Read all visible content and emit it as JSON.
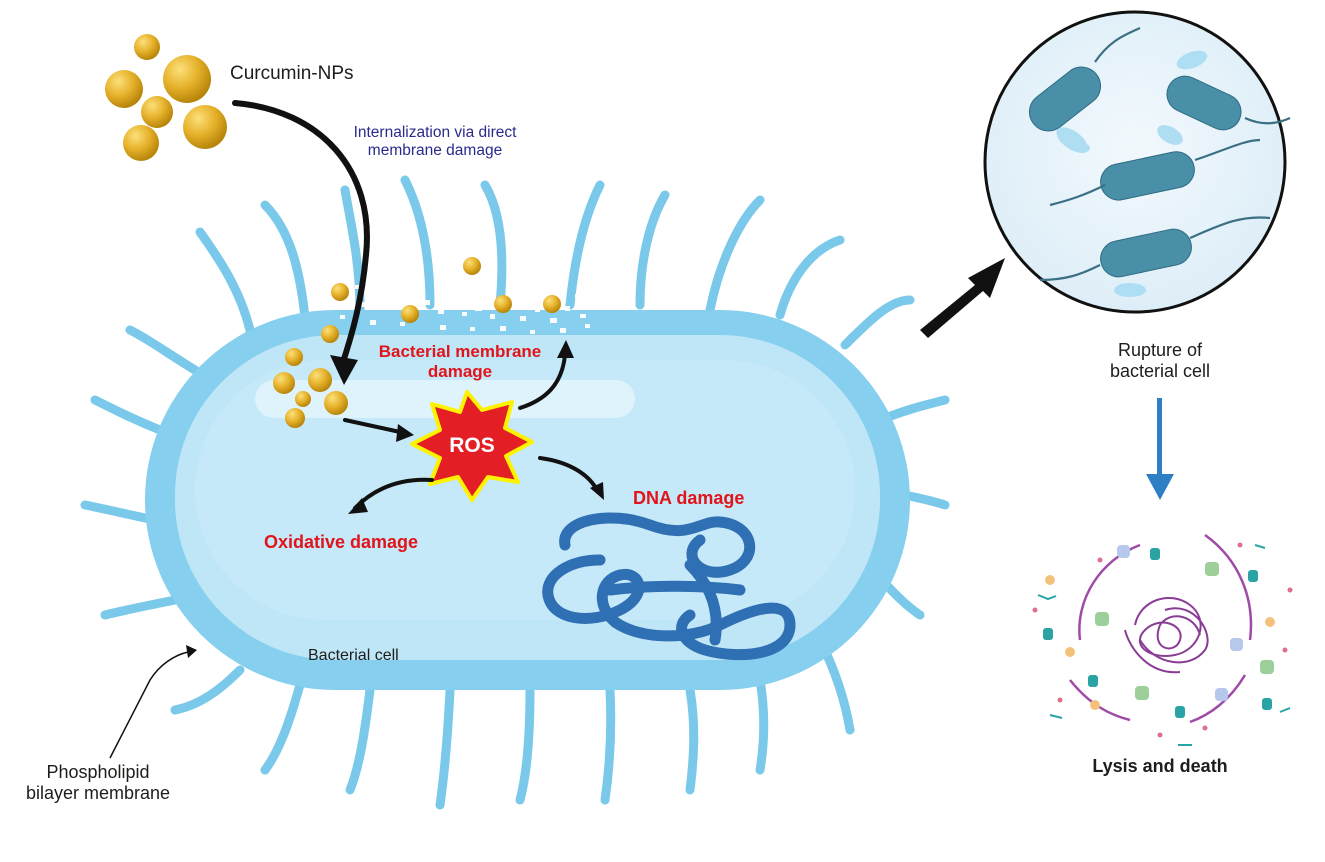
{
  "labels": {
    "nanoparticles": "Curcumin-NPs",
    "internalization_line1": "Internalization via direct",
    "internalization_line2": "membrane damage",
    "membrane_damage_line1": "Bacterial membrane",
    "membrane_damage_line2": "damage",
    "ros": "ROS",
    "oxidative_damage": "Oxidative damage",
    "dna_damage": "DNA damage",
    "bacterial_cell": "Bacterial cell",
    "phospholipid_line1": "Phospholipid",
    "phospholipid_line2": "bilayer membrane",
    "rupture_line1": "Rupture of",
    "rupture_line2": "bacterial cell",
    "lysis": "Lysis and death"
  },
  "colors": {
    "cell_outer": "#86cfee",
    "cell_inner": "#bfe6f7",
    "flagella": "#6fc2e8",
    "nanoparticle": "#e6b12a",
    "ros_star": "#e31e24",
    "ros_border": "#fff200",
    "dna": "#2f6fb3",
    "label_red": "#e1141b",
    "label_navy": "#2a2a8c",
    "arrow_black": "#111111",
    "arrow_blue": "#2f7fc6",
    "lysis_dna": "#a04aa8"
  }
}
